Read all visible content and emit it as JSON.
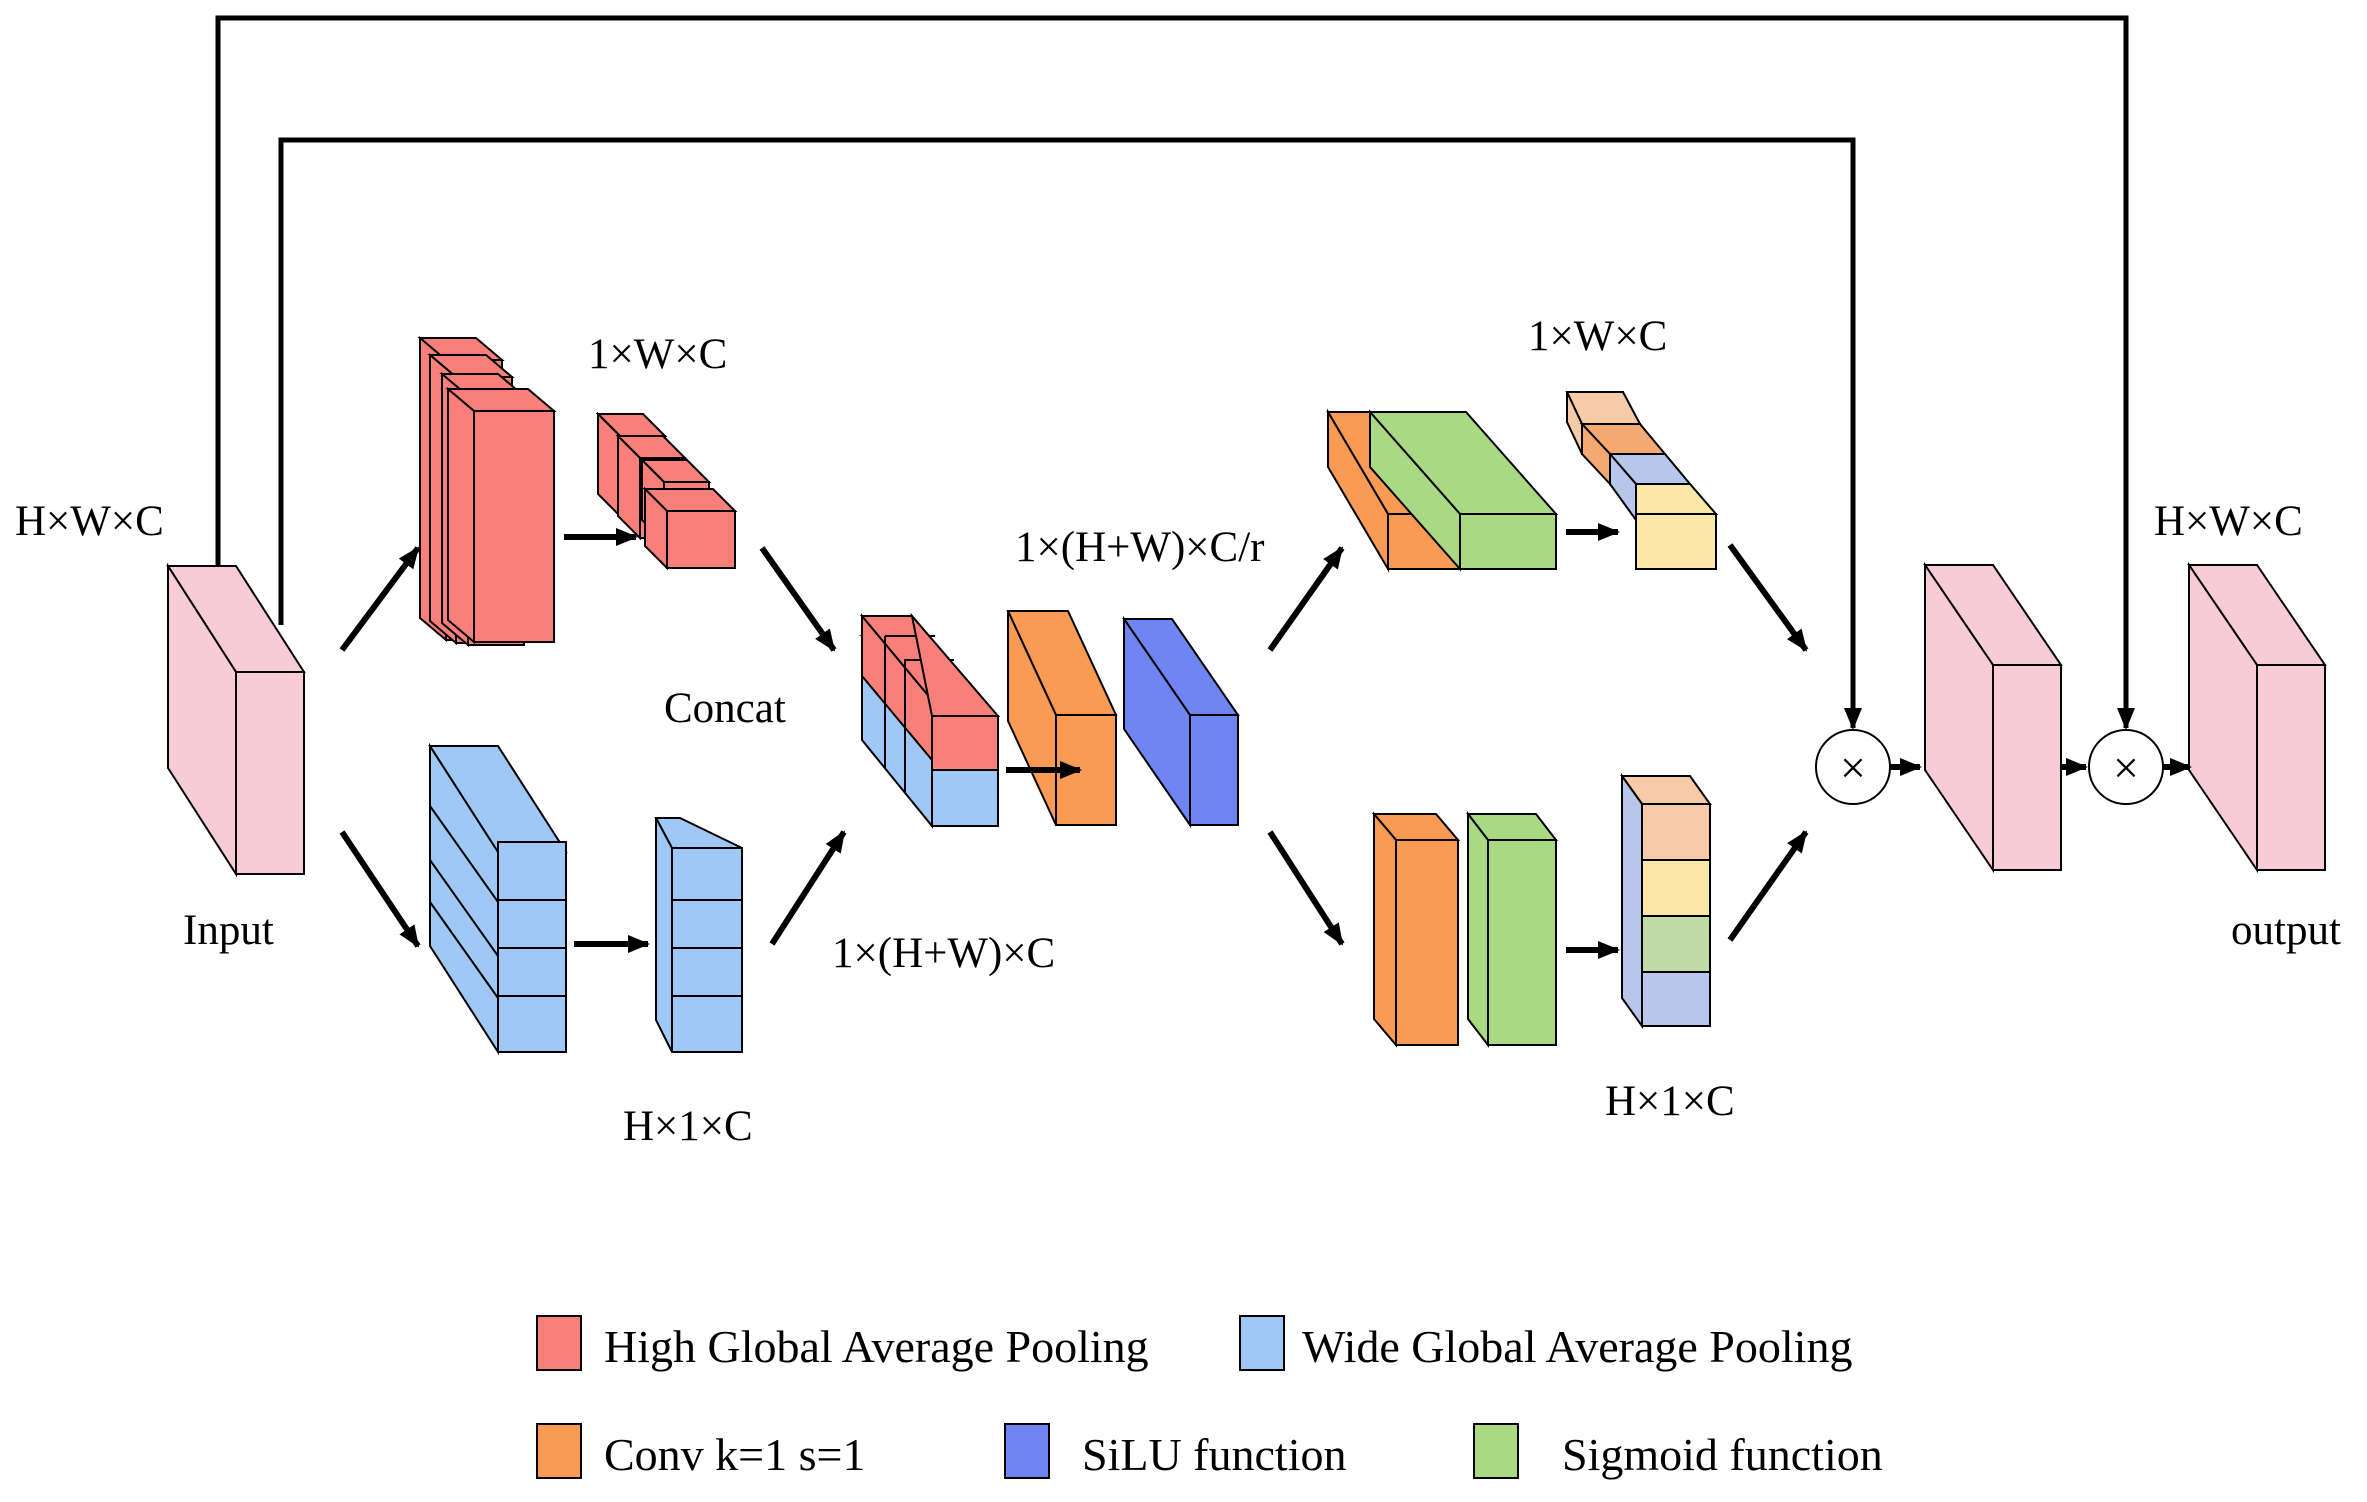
{
  "colors": {
    "input_face": "#f5c9d2",
    "input_front": "#f7ccd6",
    "red": "#f9807a",
    "blue": "#9fc8f7",
    "orange": "#f99a55",
    "silu": "#6f85f2",
    "green": "#a9da83",
    "peach": "#f5cba8",
    "light_orange": "#f4a872",
    "light_blue": "#b7c6ea",
    "light_yellow": "#fbe7a8",
    "light_green": "#c0dba8",
    "stroke": "#000000"
  },
  "labels": {
    "input_dims": "H×W×C",
    "input": "Input",
    "top_pool_dims": "1×W×C",
    "bottom_pool_dims": "H×1×C",
    "concat": "Concat",
    "concat_dims": "1×(H+W)×C",
    "reduced_dims": "1×(H+W)×C/r",
    "top_branch_dims": "1×W×C",
    "bottom_branch_dims": "H×1×C",
    "output_dims": "H×W×C",
    "output": "output",
    "multiply_symbol": "×"
  },
  "legend": [
    {
      "id": "hgap",
      "color_key": "red",
      "label": "High Global Average Pooling"
    },
    {
      "id": "wgap",
      "color_key": "blue",
      "label": "Wide Global Average Pooling"
    },
    {
      "id": "conv",
      "color_key": "orange",
      "label": "Conv k=1 s=1"
    },
    {
      "id": "silu",
      "color_key": "silu",
      "label": "SiLU function"
    },
    {
      "id": "sigmoid",
      "color_key": "green",
      "label": "Sigmoid function"
    }
  ]
}
